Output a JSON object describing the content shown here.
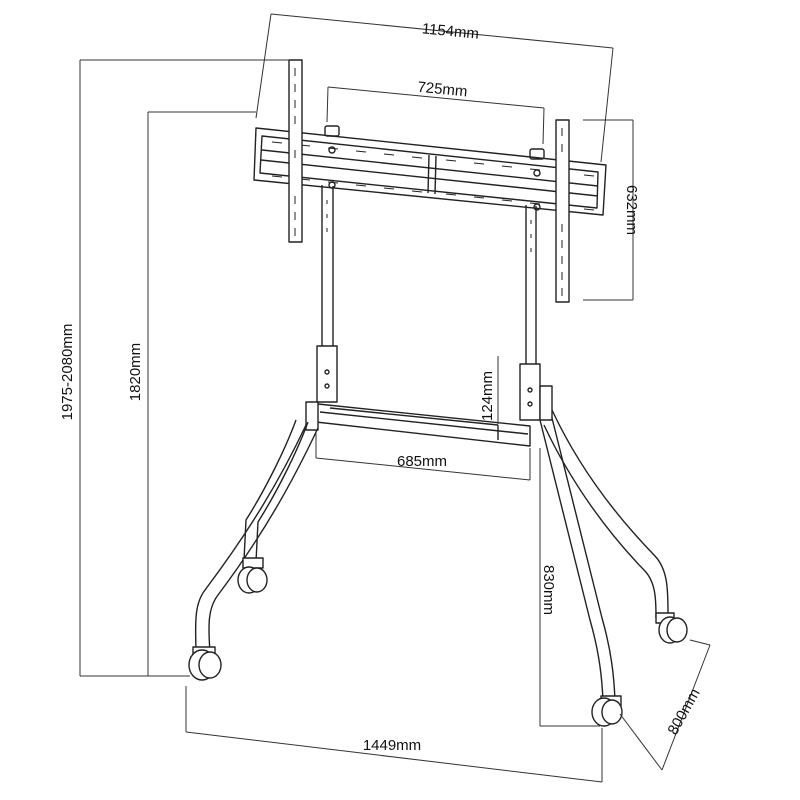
{
  "dimensions": {
    "overall_width": "1154mm",
    "vesa_width": "725mm",
    "vesa_height": "632mm",
    "height_range": "1975-2080mm",
    "height_min": "1820mm",
    "shelf_height": "124mm",
    "shelf_width": "685mm",
    "leg_height": "830mm",
    "base_width": "1449mm",
    "base_depth": "800mm"
  },
  "colors": {
    "line": "#222222",
    "dimension_line": "#333333",
    "background": "#ffffff"
  }
}
